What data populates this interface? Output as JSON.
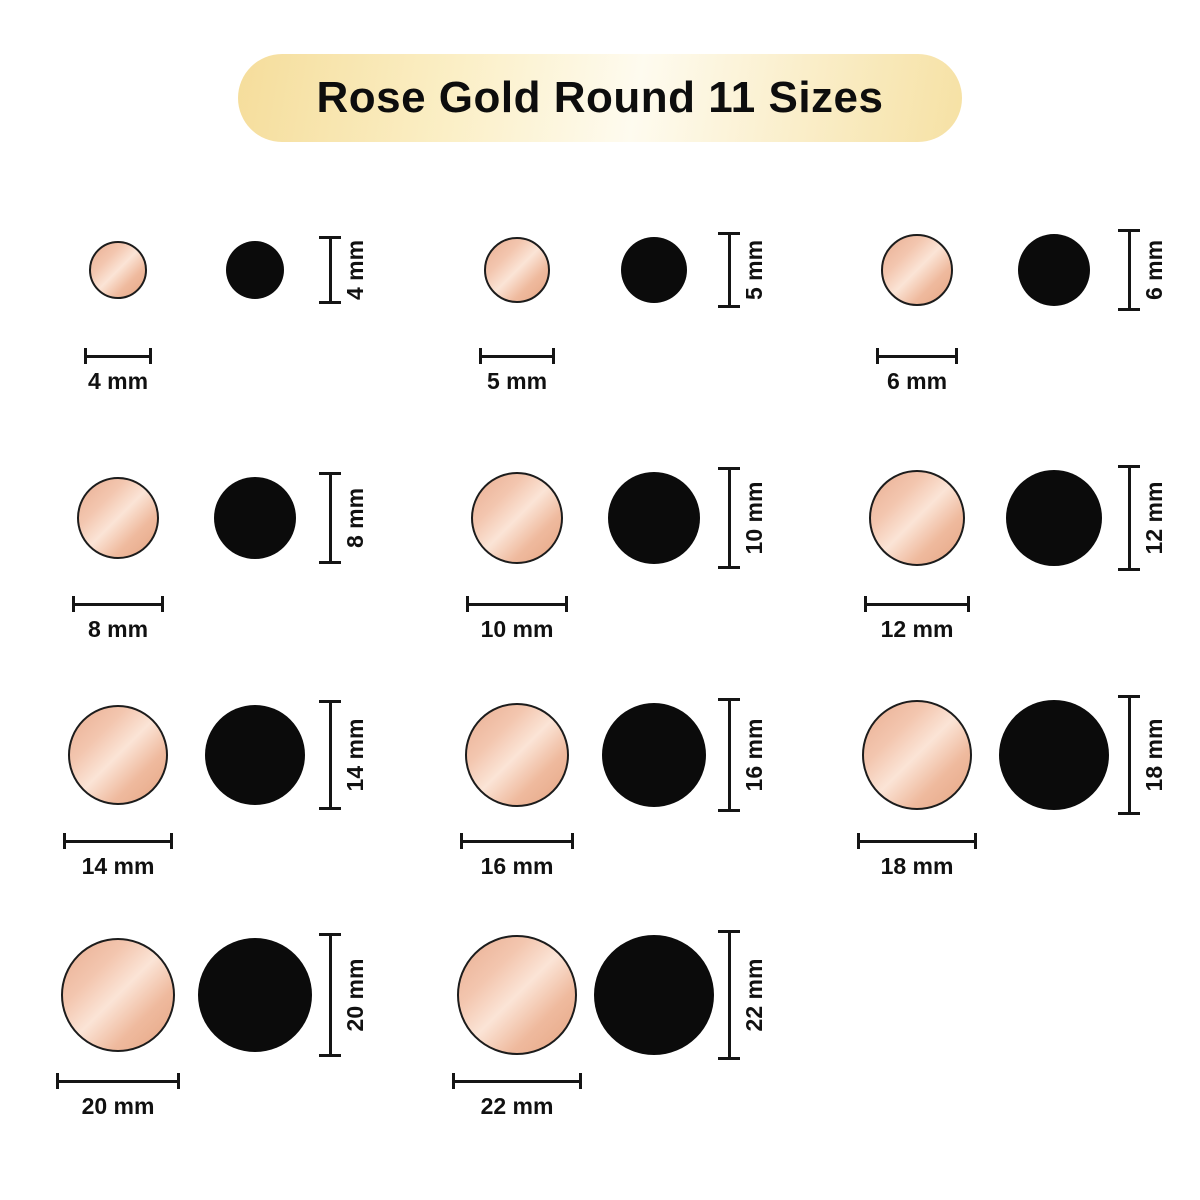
{
  "title": "Rose Gold Round 11 Sizes",
  "colors": {
    "rose_gold_light": "#FBE4D6",
    "rose_gold_mid": "#F3C6AF",
    "rose_gold_dark": "#E5A583",
    "circle_outline": "#1C1C1C",
    "black_circle": "#0B0B0B",
    "pill_gold": "#F5DD9B",
    "pill_cream": "#FEFBEF",
    "text": "#111111"
  },
  "sizes": [
    {
      "mm": 4,
      "h_label": "4 mm",
      "v_label": "4 mm"
    },
    {
      "mm": 5,
      "h_label": "5 mm",
      "v_label": "5 mm"
    },
    {
      "mm": 6,
      "h_label": "6 mm",
      "v_label": "6 mm"
    },
    {
      "mm": 8,
      "h_label": "8 mm",
      "v_label": "8 mm"
    },
    {
      "mm": 10,
      "h_label": "10 mm",
      "v_label": "10 mm"
    },
    {
      "mm": 12,
      "h_label": "12 mm",
      "v_label": "12 mm"
    },
    {
      "mm": 14,
      "h_label": "14 mm",
      "v_label": "14 mm"
    },
    {
      "mm": 16,
      "h_label": "16 mm",
      "v_label": "16 mm"
    },
    {
      "mm": 18,
      "h_label": "18 mm",
      "v_label": "18 mm"
    },
    {
      "mm": 20,
      "h_label": "20 mm",
      "v_label": "20 mm"
    },
    {
      "mm": 22,
      "h_label": "22 mm",
      "v_label": "22 mm"
    }
  ]
}
